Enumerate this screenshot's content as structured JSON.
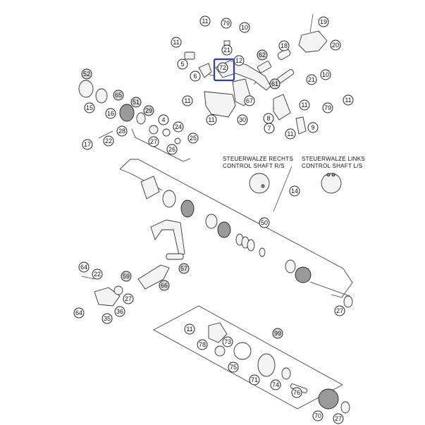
{
  "diagram": {
    "captions": {
      "right_shaft_de": "STEUERWALZE RECHTS",
      "right_shaft_en": "CONTROL SHAFT R/S",
      "left_shaft_de": "STEUERWALZE LINKS",
      "left_shaft_en": "CONTROL SHAFT L/S"
    },
    "highlighted_part": "72",
    "callouts": [
      "11",
      "79",
      "10",
      "19",
      "11",
      "20",
      "21",
      "12",
      "62",
      "18",
      "5",
      "72",
      "6",
      "21",
      "10",
      "61",
      "11",
      "67",
      "52",
      "65",
      "11",
      "8",
      "11",
      "79",
      "51",
      "15",
      "16",
      "29",
      "4",
      "11",
      "30",
      "7",
      "11",
      "9",
      "24",
      "28",
      "27",
      "25",
      "17",
      "22",
      "26",
      "14",
      "50",
      "64",
      "22",
      "59",
      "57",
      "27",
      "66",
      "64",
      "36",
      "35",
      "27",
      "99",
      "11",
      "78",
      "73",
      "75",
      "71",
      "74",
      "76",
      "70",
      "27"
    ]
  }
}
